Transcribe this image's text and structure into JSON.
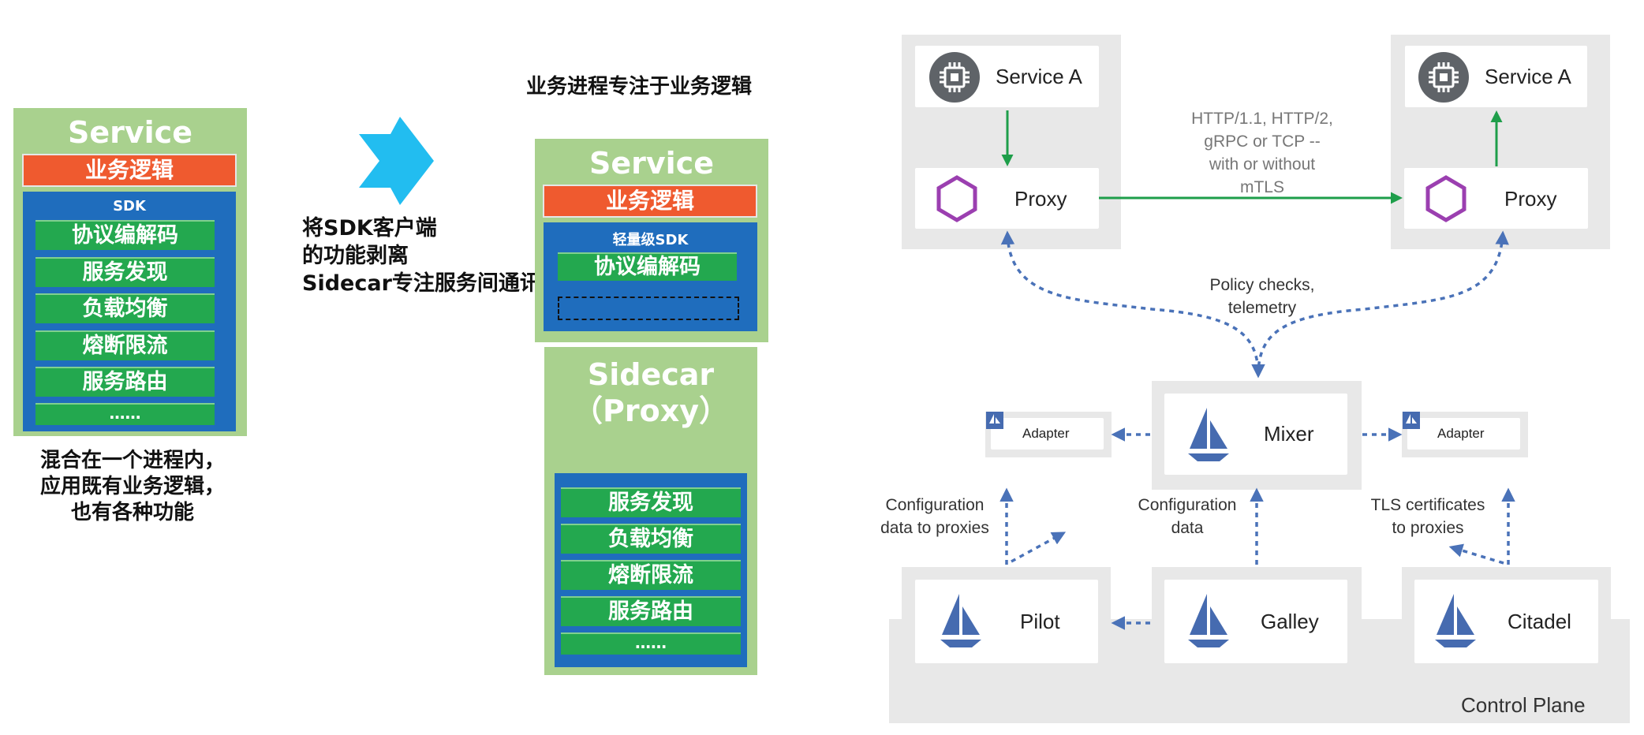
{
  "left_stack": {
    "title": "Service",
    "logic": "业务逻辑",
    "sdk": "SDK",
    "items": [
      "协议编解码",
      "服务发现",
      "负载均衡",
      "熔断限流",
      "服务路由",
      "……"
    ],
    "caption": [
      "混合在一个进程内，",
      "应用既有业务逻辑，",
      "也有各种功能"
    ]
  },
  "arrow_caption": [
    "将SDK客户端",
    "的功能剥离",
    "Sidecar专注服务间通讯"
  ],
  "right_stack": {
    "heading": "业务进程专注于业务逻辑",
    "title": "Service",
    "logic": "业务逻辑",
    "sdk": "轻量级SDK",
    "codec": "协议编解码",
    "sidecar_title": [
      "Sidecar",
      "（Proxy）"
    ],
    "sidecar_items": [
      "服务发现",
      "负载均衡",
      "熔断限流",
      "服务路由",
      "……"
    ]
  },
  "istio": {
    "service_left": "Service A",
    "service_right": "Service A",
    "proxy_left": "Proxy",
    "proxy_right": "Proxy",
    "protocol_note": [
      "HTTP/1.1, HTTP/2,",
      "gRPC or TCP --",
      "with or without",
      "mTLS"
    ],
    "policy_note": [
      "Policy checks,",
      "telemetry"
    ],
    "mixer": "Mixer",
    "adapter_left": "Adapter",
    "adapter_right": "Adapter",
    "config_proxies_note": [
      "Configuration",
      "data to proxies"
    ],
    "config_note": [
      "Configuration",
      "data"
    ],
    "tls_note": [
      "TLS certificates",
      "to proxies"
    ],
    "pilot": "Pilot",
    "galley": "Galley",
    "citadel": "Citadel",
    "control_plane": "Control Plane"
  },
  "colors": {
    "service_green": "#a9d18e",
    "logic_orange": "#ef5a2f",
    "sdk_blue": "#1f6dbd",
    "item_green": "#23a84f",
    "arrow_cyan": "#22bdf0",
    "flow_green": "#1e9e4a",
    "dashed_blue": "#4a72b8",
    "proxy_purple": "#9b3fb0",
    "istio_sail": "#466bb0"
  }
}
